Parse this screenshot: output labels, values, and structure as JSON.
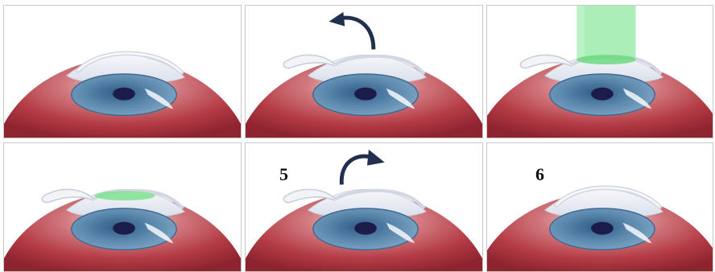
{
  "steps": [
    {
      "number": "",
      "flap": "closed",
      "arrow": "none",
      "laser": "none"
    },
    {
      "number": "",
      "flap": "lifted",
      "arrow": "lift",
      "laser": "none"
    },
    {
      "number": "",
      "flap": "lifted",
      "arrow": "none",
      "laser": "beam"
    },
    {
      "number": "",
      "flap": "lifted",
      "arrow": "none",
      "laser": "treated"
    },
    {
      "number": "5",
      "flap": "lifted",
      "arrow": "replace",
      "laser": "none"
    },
    {
      "number": "6",
      "flap": "closed",
      "arrow": "none",
      "laser": "none"
    }
  ],
  "colors": {
    "globe": "#b43c46",
    "iris": "#5b88ad",
    "pupil": "#1c1c4a",
    "cornea": "#e7eaf2",
    "arrow": "#22304f",
    "laser": "#7fe28f"
  }
}
